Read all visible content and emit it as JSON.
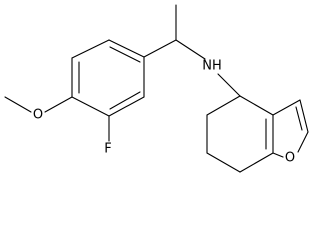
{
  "structure": {
    "atoms": {
      "amine": "NH",
      "ether_oxygen": "O",
      "fluorine": "F",
      "furan_oxygen": "O"
    }
  }
}
